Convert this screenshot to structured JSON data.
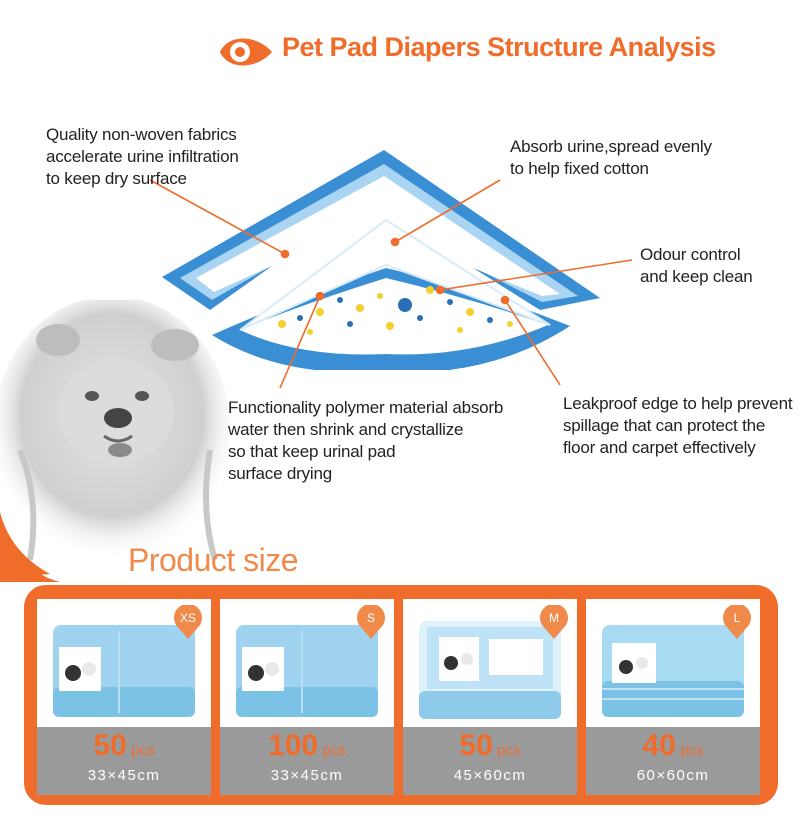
{
  "header": {
    "title": "Pet Pad Diapers Structure Analysis",
    "accent": "#ef6c2b"
  },
  "annotations": [
    "Quality non-woven fabrics\naccelerate urine infiltration\nto keep dry surface",
    "Absorb urine,spread evenly\nto help fixed cotton",
    "Odour control\nand keep clean",
    "Functionality polymer material absorb\nwater then shrink and crystallize\nso that keep urinal pad\nsurface drying",
    "Leakproof edge to help prevent\nspillage that can protect the\nfloor and carpet effectively"
  ],
  "product_size": {
    "title": "Product size",
    "items": [
      {
        "size": "XS",
        "count": "50",
        "unit": "pcs",
        "dims": "33×45cm"
      },
      {
        "size": "S",
        "count": "100",
        "unit": "pcs",
        "dims": "33×45cm"
      },
      {
        "size": "M",
        "count": "50",
        "unit": "pcs",
        "dims": "45×60cm"
      },
      {
        "size": "L",
        "count": "40",
        "unit": "pcs",
        "dims": "60×60cm"
      }
    ]
  },
  "colors": {
    "orange": "#ef6c2b",
    "pad_blue": "#3a8fd4",
    "pad_light": "#a9d4f2",
    "gray": "#9a9a9a"
  }
}
